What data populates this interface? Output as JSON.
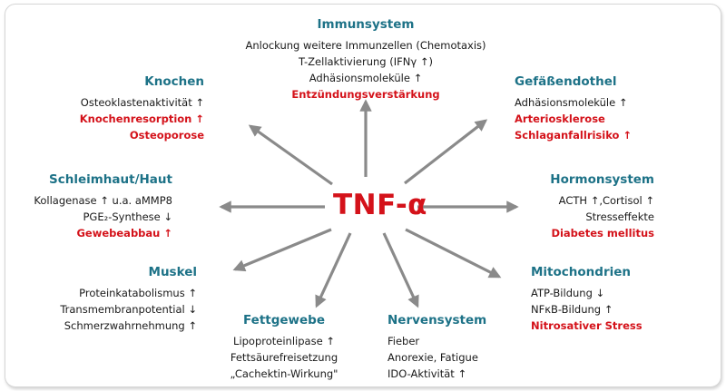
{
  "center_label": "TNF-α",
  "colors": {
    "title": "#1d7287",
    "highlight": "#d4121a",
    "text": "#1a1a1a",
    "arrow": "#8a8a8a"
  },
  "groups": {
    "immunsystem": {
      "title": "Immunsystem",
      "lines": [
        {
          "text": "Anlockung weitere Immunzellen (Chemotaxis)",
          "red": false
        },
        {
          "text": "T-Zellaktivierung (IFNγ ↑)",
          "red": false
        },
        {
          "text": "Adhäsionsmoleküle ↑",
          "red": false
        },
        {
          "text": "Entzündungsverstärkung",
          "red": true
        }
      ]
    },
    "knochen": {
      "title": "Knochen",
      "lines": [
        {
          "text": "Osteoklastenaktivität ↑",
          "red": false
        },
        {
          "text": "Knochenresorption ↑",
          "red": true
        },
        {
          "text": "Osteoporose",
          "red": true
        }
      ]
    },
    "gefaessendothel": {
      "title": "Gefäßendothel",
      "lines": [
        {
          "text": "Adhäsionsmoleküle ↑",
          "red": false
        },
        {
          "text": "Arteriosklerose",
          "red": true
        },
        {
          "text": "Schlaganfallrisiko ↑",
          "red": true
        }
      ]
    },
    "schleimhaut": {
      "title": "Schleimhaut/Haut",
      "lines": [
        {
          "text": "Kollagenase ↑ u.a. aMMP8",
          "red": false
        },
        {
          "text": "PGE₂-Synthese ↓",
          "red": false
        },
        {
          "text": "Gewebeabbau ↑",
          "red": true
        }
      ]
    },
    "hormonsystem": {
      "title": "Hormonsystem",
      "lines": [
        {
          "text": "ACTH ↑,Cortisol ↑",
          "red": false
        },
        {
          "text": "Stresseffekte",
          "red": false
        },
        {
          "text": "Diabetes mellitus",
          "red": true
        }
      ]
    },
    "muskel": {
      "title": "Muskel",
      "lines": [
        {
          "text": "Proteinkatabolismus ↑",
          "red": false
        },
        {
          "text": "Transmembranpotential ↓",
          "red": false
        },
        {
          "text": "Schmerzwahrnehmung ↑",
          "red": false
        }
      ]
    },
    "mitochondrien": {
      "title": "Mitochondrien",
      "lines": [
        {
          "text": "ATP-Bildung ↓",
          "red": false
        },
        {
          "text": "NFκB-Bildung ↑",
          "red": false
        },
        {
          "text": "Nitrosativer Stress",
          "red": true
        }
      ]
    },
    "fettgewebe": {
      "title": "Fettgewebe",
      "lines": [
        {
          "text": "Lipoproteinlipase ↑",
          "red": false
        },
        {
          "text": "Fettsäurefreisetzung",
          "red": false
        },
        {
          "text": "„Cachektin-Wirkung\"",
          "red": false
        }
      ]
    },
    "nervensystem": {
      "title": "Nervensystem",
      "lines": [
        {
          "text": "Fieber",
          "red": false
        },
        {
          "text": "Anorexie, Fatigue",
          "red": false
        },
        {
          "text": "IDO-Aktivität ↑",
          "red": false
        }
      ]
    }
  }
}
